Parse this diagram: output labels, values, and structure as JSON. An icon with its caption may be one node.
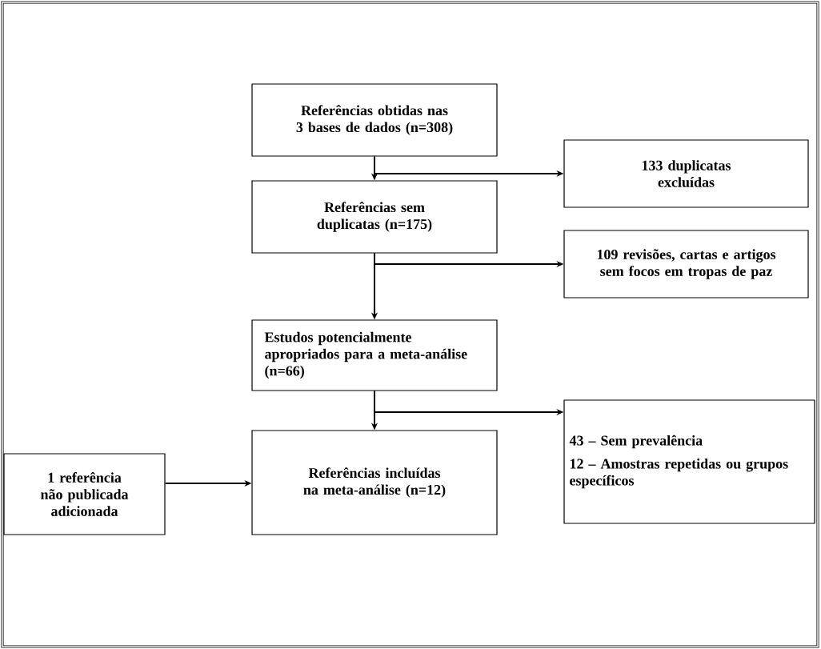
{
  "diagram": {
    "nodes": [
      {
        "text": [
          "Referências obtidas nas 3 bases de dados (n=308)"
        ]
      },
      {
        "text": [
          "133 duplicatas excluídas"
        ]
      },
      {
        "text": [
          "Referências sem duplicatas (n=175)"
        ]
      },
      {
        "text": [
          "109 revisões, cartas e artigos sem focos em tropas de paz"
        ]
      },
      {
        "text": [
          "Estudos potencialmente apropriados para a meta-análise (n=66)"
        ]
      },
      {
        "text": [
          "43 – Sem prevalência",
          "12 – Amostras repetidas ou grupos específicos"
        ]
      },
      {
        "text": [
          "1 referência não publicada adicionada"
        ]
      },
      {
        "text": [
          "Referências incluídas na meta-análise (n=12)"
        ]
      }
    ],
    "edges": [
      {
        "from": 0,
        "to": 2,
        "arrow": "to"
      },
      {
        "from": 0,
        "to": 1,
        "arrow": "to"
      },
      {
        "from": 2,
        "to": 4,
        "arrow": "to"
      },
      {
        "from": 2,
        "to": 3,
        "arrow": "to"
      },
      {
        "from": 4,
        "to": 7,
        "arrow": "to"
      },
      {
        "from": 4,
        "to": 5,
        "arrow": "to"
      },
      {
        "from": 6,
        "to": 7,
        "arrow": "to"
      }
    ]
  }
}
